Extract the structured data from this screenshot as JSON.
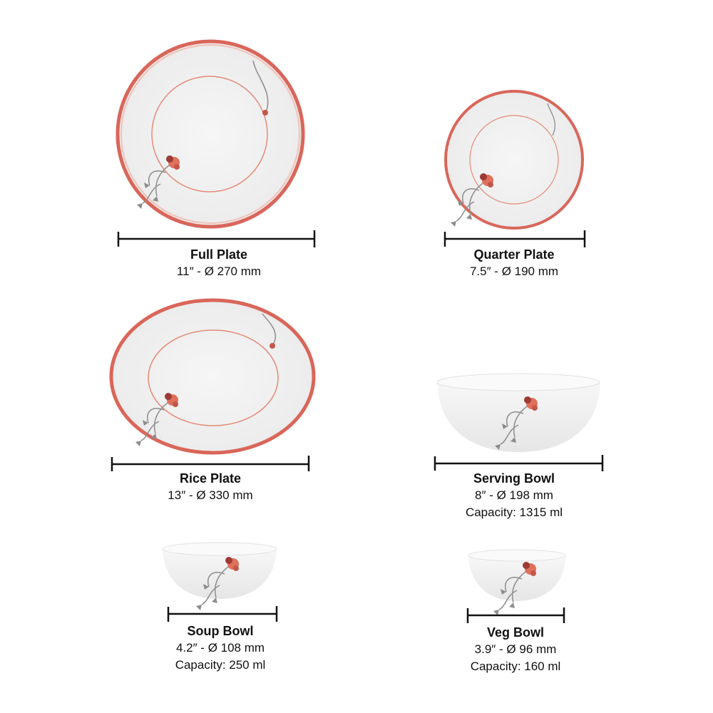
{
  "colors": {
    "rim": "#d9665a",
    "rim_dark": "#b5453d",
    "inner_ring": "#e58a76",
    "leaf": "#8d8d8d",
    "flower": "#e0705a",
    "flower_dark": "#9c3a35",
    "plate": "#f4f4f4"
  },
  "items": [
    {
      "name": "Full Plate",
      "size": "11″ - Ø 270 mm"
    },
    {
      "name": "Quarter Plate",
      "size": "7.5″ - Ø 190 mm"
    },
    {
      "name": "Rice Plate",
      "size": "13″ - Ø 330 mm"
    },
    {
      "name": "Serving Bowl",
      "size": "8″ - Ø 198 mm",
      "capacity": "Capacity: 1315 ml"
    },
    {
      "name": "Soup Bowl",
      "size": "4.2″ - Ø 108 mm",
      "capacity": "Capacity: 250 ml"
    },
    {
      "name": "Veg Bowl",
      "size": "3.9″ - Ø 96 mm",
      "capacity": "Capacity: 160 ml"
    }
  ]
}
